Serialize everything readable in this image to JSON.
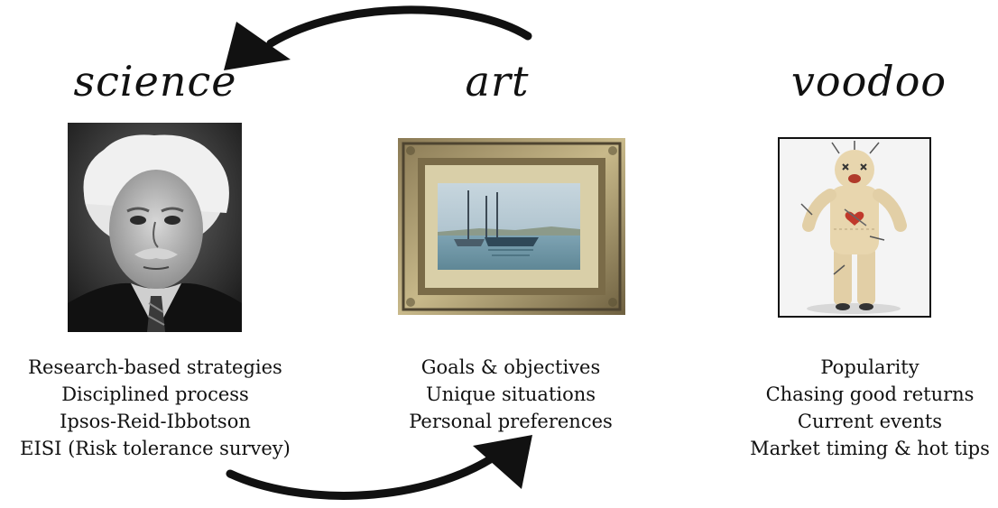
{
  "columns": [
    {
      "id": "science",
      "title": "science",
      "image": "einstein-portrait-photo",
      "items": [
        "Research-based strategies",
        "Disciplined process",
        "Ipsos-Reid-Ibbotson",
        "EISI (Risk tolerance survey)"
      ]
    },
    {
      "id": "art",
      "title": "art",
      "image": "framed-harbor-painting",
      "items": [
        "Goals & objectives",
        "Unique situations",
        "Personal preferences"
      ]
    },
    {
      "id": "voodoo",
      "title": "voodoo",
      "image": "voodoo-doll",
      "items": [
        "Popularity",
        "Chasing good returns",
        "Current events",
        "Market timing & hot tips"
      ]
    }
  ],
  "arrows": [
    {
      "from": "art",
      "to": "science",
      "position": "top"
    },
    {
      "from": "science",
      "to": "art",
      "position": "bottom"
    }
  ]
}
